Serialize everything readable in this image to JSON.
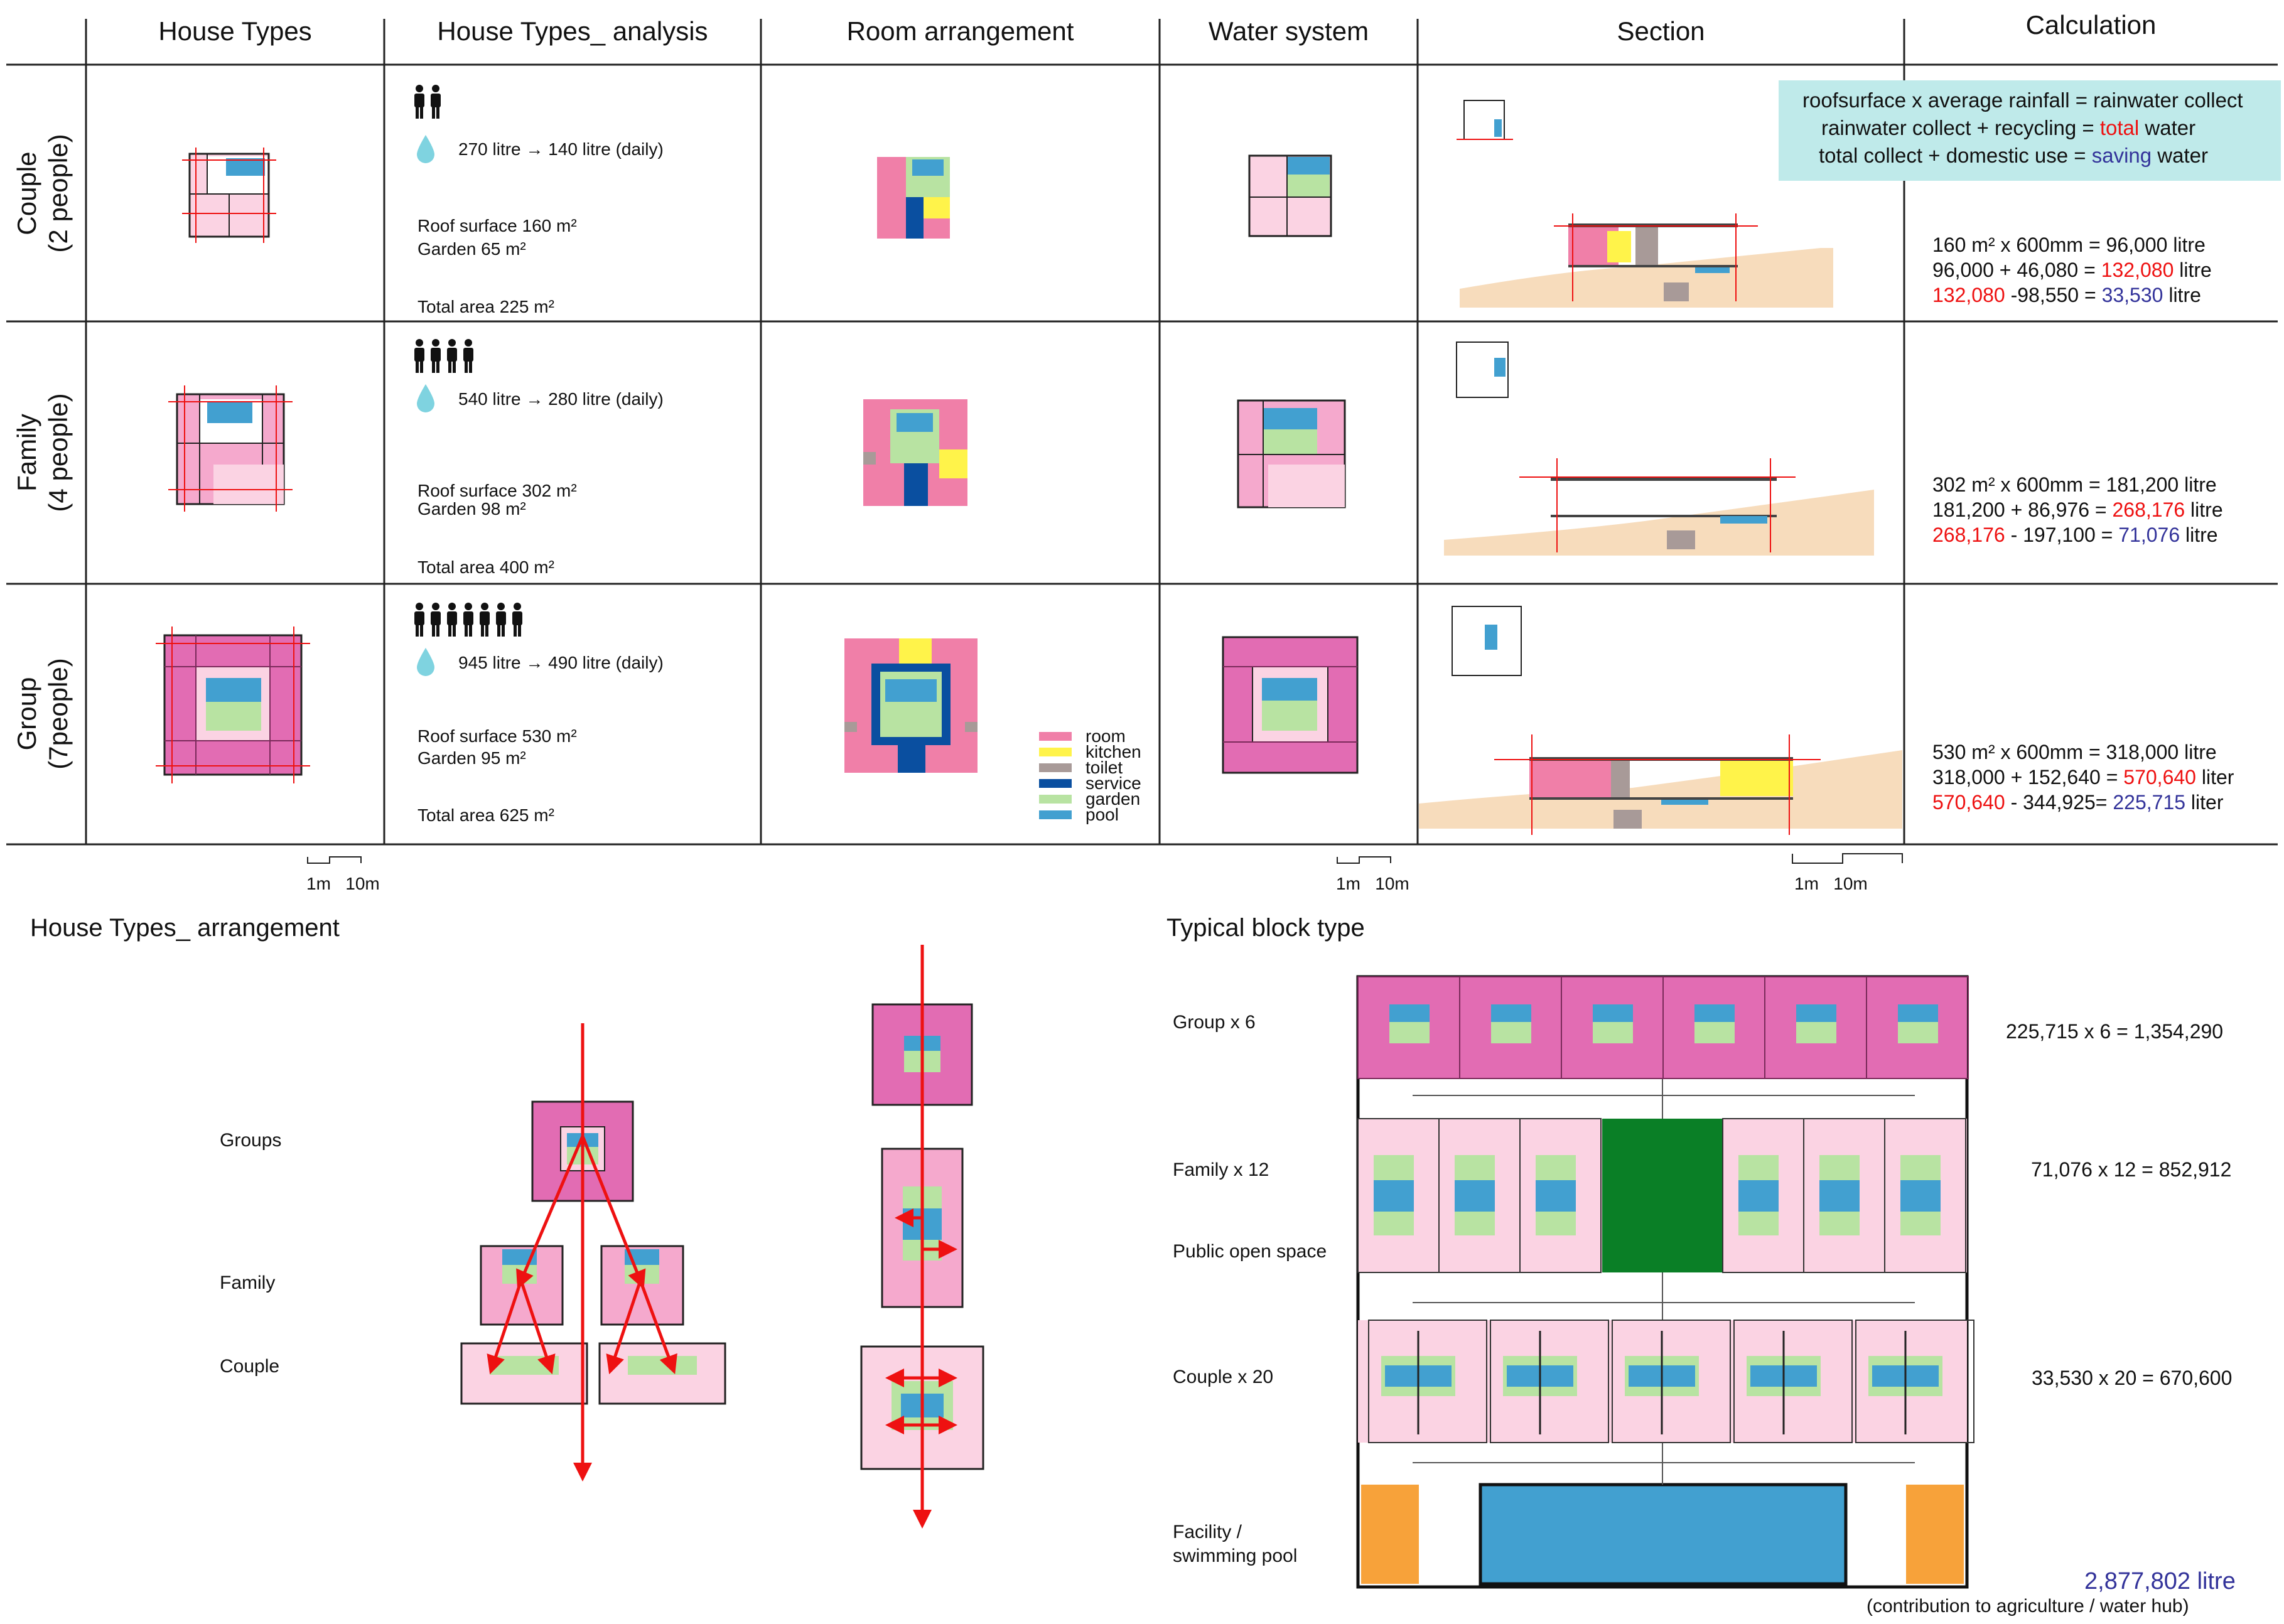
{
  "columns": [
    "House Types",
    "House Types_ analysis",
    "Room arrangement",
    "Water system",
    "Section",
    "Calculation"
  ],
  "rows": [
    {
      "label_line1": "Couple",
      "label_line2": "(2 people)",
      "persons": 2,
      "water": "270 litre → 140 litre (daily)",
      "roof": "Roof surface 160 m²",
      "garden": "Garden 65 m²",
      "total": "Total area 225 m²",
      "calc1": "160 m² x 600mm = 96,000 litre",
      "calc2_a": "96,000 + 46,080 = ",
      "calc2_b": "132,080",
      "calc2_c": " litre",
      "calc3_a": "132,080",
      "calc3_b": " -98,550 = ",
      "calc3_c": "33,530",
      "calc3_d": " litre"
    },
    {
      "label_line1": "Family",
      "label_line2": "(4 people)",
      "persons": 4,
      "water": "540 litre → 280 litre (daily)",
      "roof": "Roof surface 302 m²",
      "garden": "Garden 98 m²",
      "total": "Total area 400 m²",
      "calc1": "302 m² x 600mm = 181,200 litre",
      "calc2_a": "181,200 + 86,976 = ",
      "calc2_b": "268,176",
      "calc2_c": " litre",
      "calc3_a": "268,176",
      "calc3_b": " - 197,100 = ",
      "calc3_c": "71,076",
      "calc3_d": " litre"
    },
    {
      "label_line1": "Group",
      "label_line2": "(7people)",
      "persons": 7,
      "water": "945 litre → 490 litre (daily)",
      "roof": "Roof surface 530 m²",
      "garden": "Garden 95 m²",
      "total": "Total area 625 m²",
      "calc1": "530 m² x 600mm = 318,000 litre",
      "calc2_a": "318,000 + 152,640 = ",
      "calc2_b": "570,640",
      "calc2_c": " liter",
      "calc3_a": "570,640",
      "calc3_b": " - 344,925= ",
      "calc3_c": "225,715",
      "calc3_d": " liter"
    }
  ],
  "formula": {
    "line1": "roofsurface x average rainfall = rainwater collect",
    "line2_a": "rainwater collect + recycling = ",
    "line2_b": "total",
    "line2_c": " water",
    "line3_a": "total collect + domestic use = ",
    "line3_b": "saving",
    "line3_c": " water"
  },
  "legend": [
    {
      "label": "room",
      "color": "#f07fa8"
    },
    {
      "label": "kitchen",
      "color": "#fff34a"
    },
    {
      "label": "toilet",
      "color": "#a89a98"
    },
    {
      "label": "service",
      "color": "#0a4fa0"
    },
    {
      "label": "garden",
      "color": "#b8e3a2"
    },
    {
      "label": "pool",
      "color": "#42a0d0"
    }
  ],
  "scale": {
    "a": "1m",
    "b": "10m"
  },
  "arrangement": {
    "title": "House Types_ arrangement",
    "groups": "Groups",
    "family": "Family",
    "couple": "Couple"
  },
  "block": {
    "title": "Typical block type",
    "group_label": "Group x 6",
    "group_value": "225,715  x 6 = 1,354,290",
    "family_label": "Family x 12",
    "family_value": "71,076 x 12 = 852,912",
    "open_label": "Public open space",
    "couple_label": "Couple x 20",
    "couple_value": "33,530 x 20 = 670,600",
    "facility_line1": "Facility /",
    "facility_line2": "swimming pool",
    "total": "2,877,802 litre",
    "total_note": "(contribution to agriculture / water hub)"
  },
  "colors": {
    "room": "#f07fa8",
    "kitchen": "#fff34a",
    "toilet": "#a89a98",
    "service": "#0a4fa0",
    "garden": "#b8e3a2",
    "pool": "#42a0d0",
    "light_pink": "#fbd3e3",
    "mid_pink": "#f5a9cd",
    "magenta": "#e26cb3",
    "formula_bg": "#bfeaea",
    "saving_blue": "#33339a",
    "drop": "#7fd3e0",
    "ground": "#f7dcbc",
    "park": "#0a7f26",
    "facility": "#f7a23a",
    "red": "#e11"
  }
}
